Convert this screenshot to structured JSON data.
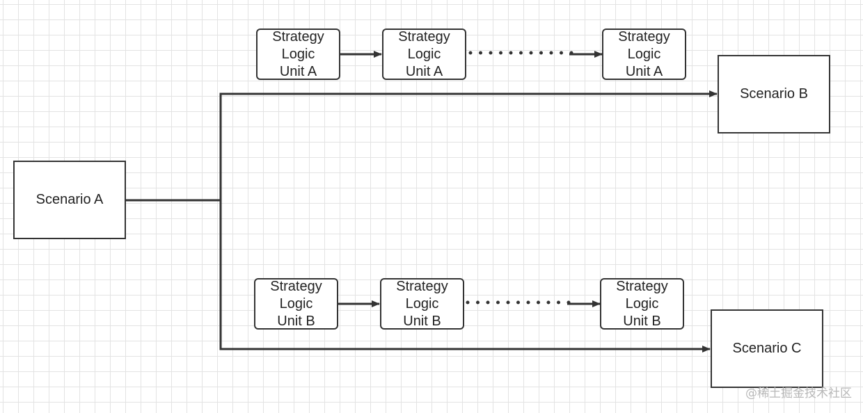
{
  "scenarios": {
    "a": "Scenario A",
    "b": "Scenario B",
    "c": "Scenario C"
  },
  "unit_rows": {
    "top": [
      {
        "line1": "Strategy",
        "line2": "Logic",
        "line3": "Unit A"
      },
      {
        "line1": "Strategy",
        "line2": "Logic",
        "line3": "Unit A"
      },
      {
        "line1": "Strategy",
        "line2": "Logic",
        "line3": "Unit A"
      }
    ],
    "bottom": [
      {
        "line1": "Strategy",
        "line2": "Logic",
        "line3": "Unit B"
      },
      {
        "line1": "Strategy",
        "line2": "Logic",
        "line3": "Unit B"
      },
      {
        "line1": "Strategy",
        "line2": "Logic",
        "line3": "Unit B"
      }
    ]
  },
  "watermark": "@稀土掘金技术社区",
  "colors": {
    "stroke": "#333333",
    "grid": "#e3e3e3",
    "watermark": "#b8b8b8"
  }
}
